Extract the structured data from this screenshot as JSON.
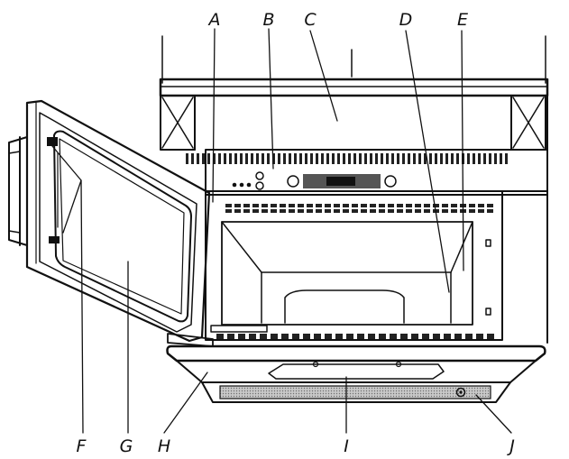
{
  "diagram": {
    "subject": "over-the-range microwave oven, door open",
    "callouts": [
      {
        "id": "A",
        "text": "A"
      },
      {
        "id": "B",
        "text": "B"
      },
      {
        "id": "C",
        "text": "C"
      },
      {
        "id": "D",
        "text": "D"
      },
      {
        "id": "E",
        "text": "E"
      },
      {
        "id": "F",
        "text": "F"
      },
      {
        "id": "G",
        "text": "G"
      },
      {
        "id": "H",
        "text": "H"
      },
      {
        "id": "I",
        "text": "I"
      },
      {
        "id": "J",
        "text": "J"
      }
    ],
    "colors": {
      "ink": "#111111",
      "paper": "#ffffff",
      "display": "#555555",
      "screen": "#222222"
    }
  }
}
